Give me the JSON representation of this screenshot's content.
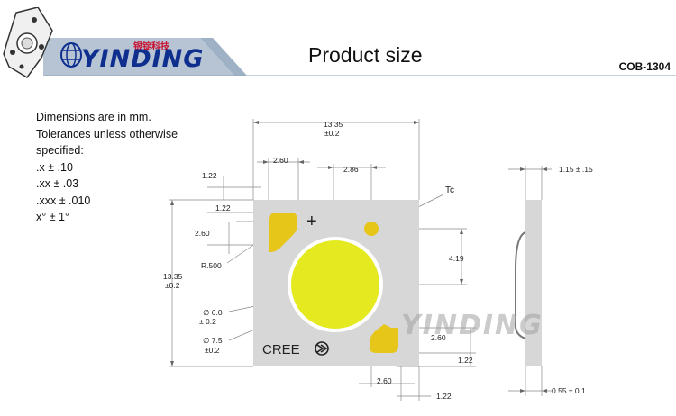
{
  "header": {
    "brand": "YINDING",
    "brand_cn": "银锭科技",
    "title": "Product size",
    "model": "COB-1304"
  },
  "notes": {
    "lines": [
      "Dimensions are in mm.",
      "Tolerances unless otherwise",
      "specified:",
      ".x ± .10",
      ".xx ± .03",
      ".xxx ± .010",
      "x° ± 1°"
    ]
  },
  "drawing": {
    "width_label": "13.35",
    "width_tol": "±0.2",
    "height_label": "13.35",
    "height_tol": "±0.2",
    "d_260_top": "2.60",
    "d_286": "2.86",
    "d_122_left": "1.22",
    "d_122_pad": "1.22",
    "d_260_left": "2.60",
    "r500": "R.500",
    "tc": "Tc",
    "d_419": "4.19",
    "phi60": "∅ 6.0",
    "phi60_tol": "± 0.2",
    "phi75": "∅ 7.5",
    "phi75_tol": "±0.2",
    "d_260_right": "2.60",
    "d_122_right": "1.22",
    "d_260_bottom": "2.60",
    "d_122_bottom": "1.22",
    "thickness": "1.15 ±  .15",
    "pad_thk": "0.55 ±  0.1",
    "cree": "CREE",
    "plus": "+"
  },
  "watermark": "YINDING",
  "colors": {
    "band": "#b7c4d4",
    "band_tip": "#9fb1c5",
    "brand": "#0f2f8f",
    "board": "#d7d7d7",
    "led": "#e4ea1f",
    "pad": "#e6c619"
  }
}
